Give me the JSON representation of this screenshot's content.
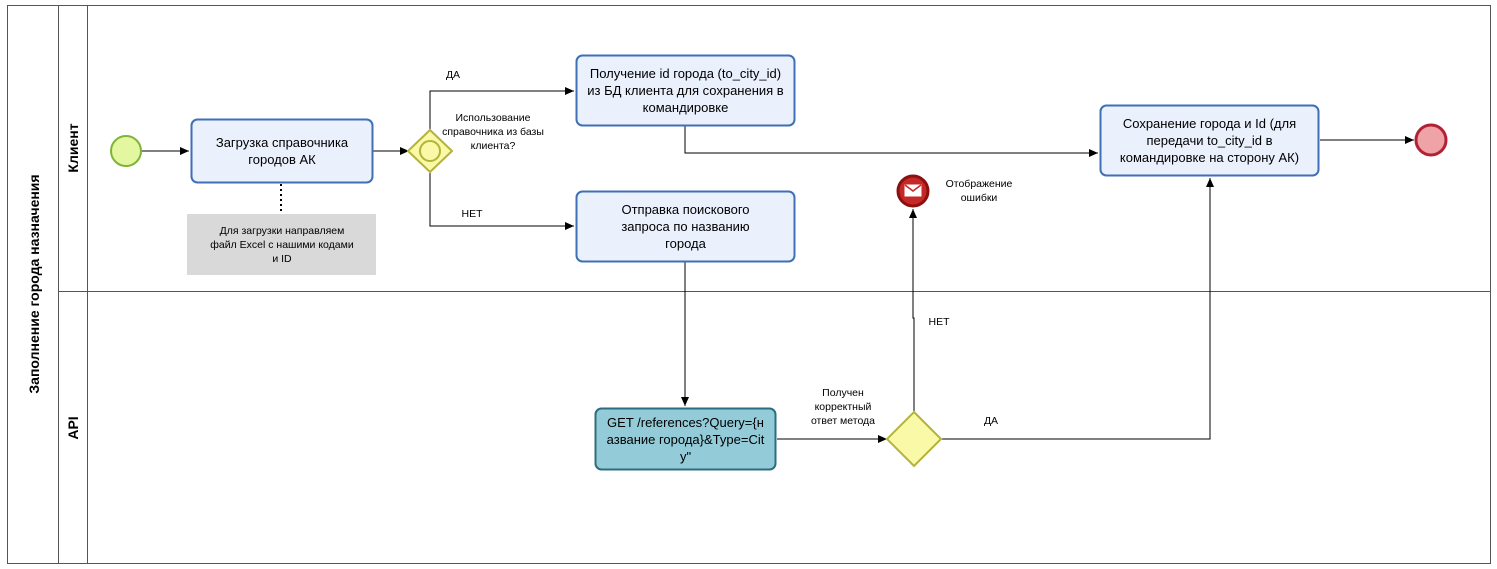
{
  "pool": {
    "title": "Заполнение города назначения"
  },
  "lanes": {
    "client": "Клиент",
    "api": "API"
  },
  "tasks": {
    "load_directory": "Загрузка справочника городов АК",
    "get_city_id": "Получение id города (to_city_id) из БД клиента для сохранения в командировке",
    "send_search": "Отправка поискового запроса по названию города",
    "save_city": "Сохранение города и Id (для передачи to_city_id в командировке на сторону АК)",
    "api_request": "GET /references?Query={название города}&Type=City\""
  },
  "annotation": {
    "text": "Для  загрузки направляем файл Excel с нашими кодами и ID"
  },
  "gateways": {
    "use_directory": "Использование справочника из базы клиента?",
    "correct_response": "Получен корректный ответ метода"
  },
  "events": {
    "error_display": "Отображение ошибки"
  },
  "flow_labels": {
    "yes_top": "ДА",
    "no_top": "НЕТ",
    "no_api": "НЕТ",
    "yes_api": "ДА"
  },
  "colors": {
    "task_fill": "#eaf0fc",
    "task_stroke": "#3f6fb5",
    "api_task_fill": "#93ccd8",
    "api_task_stroke": "#2e6d80",
    "start_fill": "#e3f7a0",
    "start_stroke": "#7fb33a",
    "end_fill": "#f0a3a7",
    "end_stroke": "#b22234",
    "error_fill": "#c62828",
    "gateway_fill": "#f9f9a8",
    "gateway_stroke": "#b3b33a",
    "note_fill": "#d9d9d9"
  }
}
